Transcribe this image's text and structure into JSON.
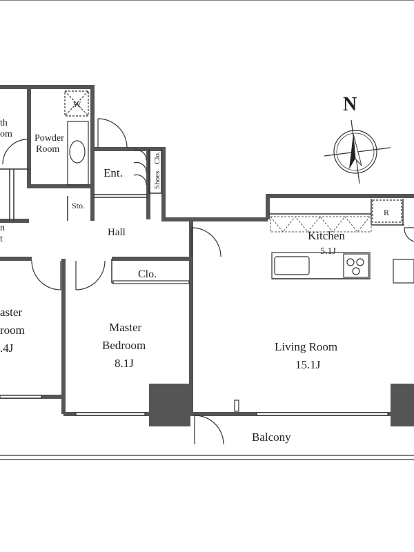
{
  "colors": {
    "wall": "#555555",
    "thin_line": "#333333",
    "column": "#555555",
    "background": "#ffffff"
  },
  "compass": {
    "north_label": "N"
  },
  "rooms": {
    "bath_partial": "th",
    "bath_partial2": "om",
    "powder_room_line1": "Powder",
    "powder_room_line2": "Room",
    "washer": "W",
    "entrance": "Ent.",
    "shoes_closet": "Shoes",
    "shoes_closet2": "Clo.",
    "storage": "Sto.",
    "walkin_partial1": "n",
    "walkin_partial2": "t",
    "hall": "Hall",
    "closet": "Clo.",
    "bedroom2_partial1": "aster",
    "bedroom2_partial2": "room",
    "bedroom2_size_partial": ".4J",
    "master_bedroom_line1": "Master",
    "master_bedroom_line2": "Bedroom",
    "master_bedroom_size": "8.1J",
    "kitchen": "Kitchen",
    "kitchen_size": "5.1J",
    "refrigerator": "R",
    "living_room": "Living Room",
    "living_room_size": "15.1J",
    "balcony": "Balcony"
  }
}
